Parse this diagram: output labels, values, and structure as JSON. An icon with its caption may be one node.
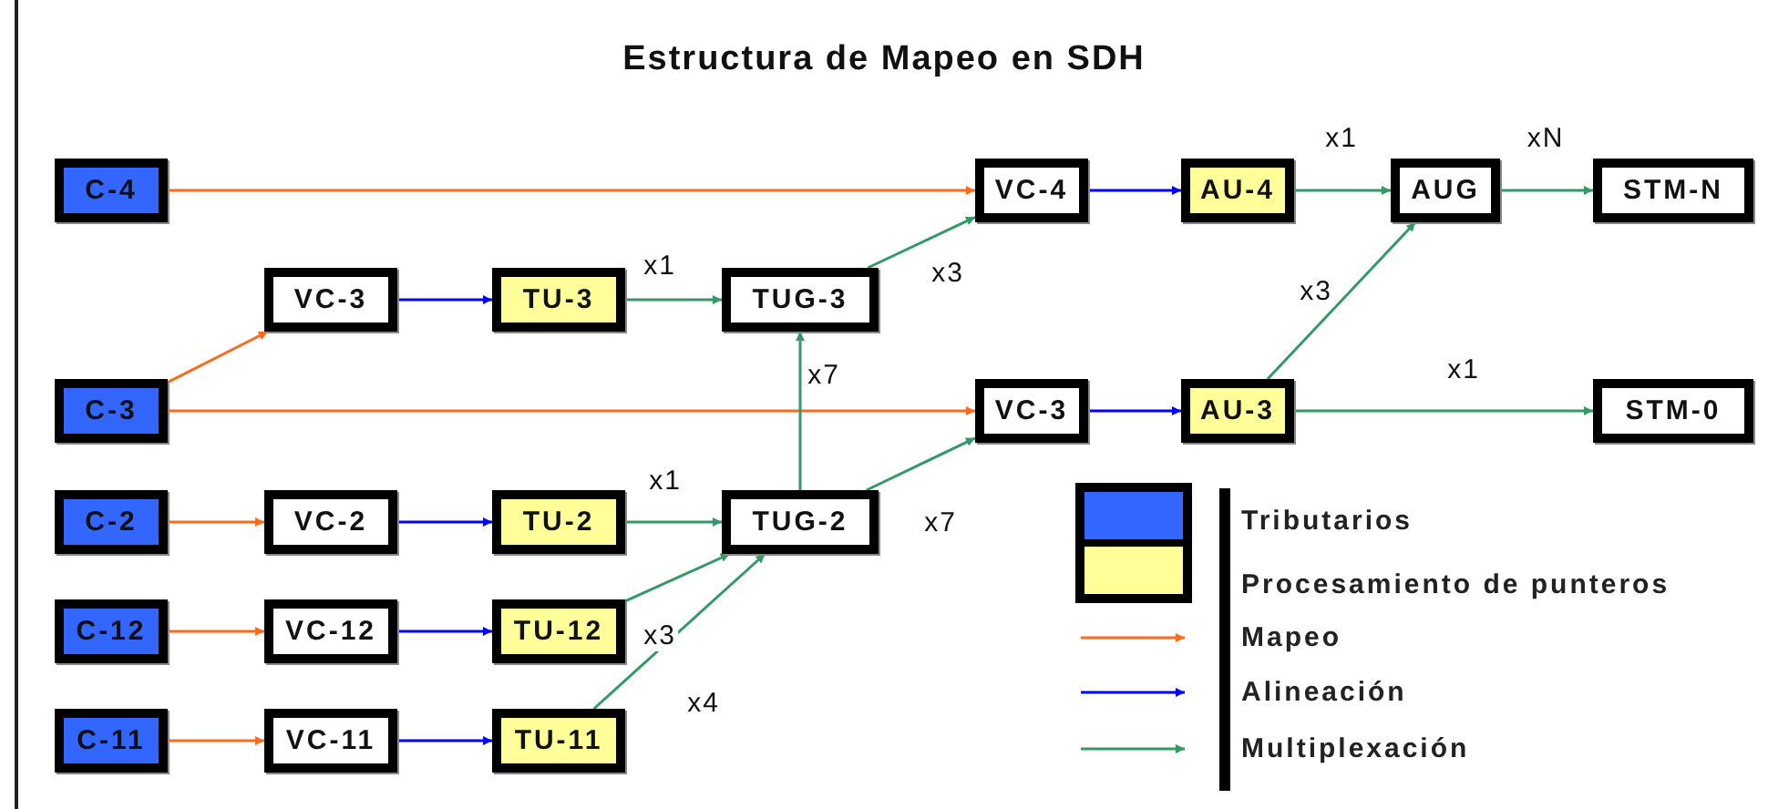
{
  "diagram": {
    "title": "Estructura de Mapeo en SDH",
    "nodes": [
      {
        "text": [
          "C-4"
        ]
      },
      {
        "text": [
          "VC-3"
        ]
      },
      {
        "text": [
          "TU-3"
        ]
      },
      {
        "text": [
          "TUG-3"
        ]
      },
      {
        "text": [
          "VC-4"
        ]
      },
      {
        "text": [
          "AU-4"
        ]
      },
      {
        "text": [
          "AUG"
        ]
      },
      {
        "text": [
          "STM-N"
        ]
      },
      {
        "text": [
          "C-3"
        ]
      },
      {
        "text": [
          "VC-3"
        ]
      },
      {
        "text": [
          "AU-3"
        ]
      },
      {
        "text": [
          "STM-0"
        ]
      },
      {
        "text": [
          "C-2"
        ]
      },
      {
        "text": [
          "VC-2"
        ]
      },
      {
        "text": [
          "TU-2"
        ]
      },
      {
        "text": [
          "TUG-2"
        ]
      },
      {
        "text": [
          "C-12"
        ]
      },
      {
        "text": [
          "VC-12"
        ]
      },
      {
        "text": [
          "TU-12"
        ]
      },
      {
        "text": [
          "C-11"
        ]
      },
      {
        "text": [
          "VC-11"
        ]
      },
      {
        "text": [
          "TU-11"
        ]
      }
    ],
    "edges": [
      {
        "from": 0,
        "to": 4,
        "arrow": "to",
        "color": "#ff6a1a"
      },
      {
        "from": 8,
        "to": 1,
        "arrow": "to",
        "color": "#ff6a1a"
      },
      {
        "from": 8,
        "to": 9,
        "arrow": "to",
        "color": "#ff6a1a"
      },
      {
        "from": 12,
        "to": 13,
        "arrow": "to",
        "color": "#ff6a1a"
      },
      {
        "from": 16,
        "to": 17,
        "arrow": "to",
        "color": "#ff6a1a"
      },
      {
        "from": 19,
        "to": 20,
        "arrow": "to",
        "color": "#ff6a1a"
      },
      {
        "from": 1,
        "to": 2,
        "arrow": "to",
        "color": "#0000ff"
      },
      {
        "from": 4,
        "to": 5,
        "arrow": "to",
        "color": "#0000ff"
      },
      {
        "from": 9,
        "to": 10,
        "arrow": "to",
        "color": "#0000ff"
      },
      {
        "from": 13,
        "to": 14,
        "arrow": "to",
        "color": "#0000ff"
      },
      {
        "from": 17,
        "to": 18,
        "arrow": "to",
        "color": "#0000ff"
      },
      {
        "from": 20,
        "to": 21,
        "arrow": "to",
        "color": "#0000ff"
      },
      {
        "from": 2,
        "to": 3,
        "arrow": "to",
        "label": "x1"
      },
      {
        "from": 3,
        "to": 4,
        "arrow": "to",
        "label": "x3"
      },
      {
        "from": 15,
        "to": 3,
        "arrow": "to",
        "label": "x7"
      },
      {
        "from": 14,
        "to": 15,
        "arrow": "to",
        "label": "x1"
      },
      {
        "from": 18,
        "to": 15,
        "arrow": "to",
        "label": "x3"
      },
      {
        "from": 21,
        "to": 15,
        "arrow": "to",
        "label": "x4"
      },
      {
        "from": 15,
        "to": 9,
        "arrow": "to",
        "label": "x7"
      },
      {
        "from": 5,
        "to": 6,
        "arrow": "to",
        "label": "x1"
      },
      {
        "from": 6,
        "to": 7,
        "arrow": "to",
        "label": "xN"
      },
      {
        "from": 10,
        "to": 6,
        "arrow": "to",
        "label": "x3"
      },
      {
        "from": 10,
        "to": 11,
        "arrow": "to",
        "label": "x1"
      }
    ],
    "legend": [
      {
        "text": "Tributarios",
        "color": "#3366ff"
      },
      {
        "text": "Procesamiento de punteros",
        "color": "#ffff99"
      },
      {
        "text": "Mapeo"
      },
      {
        "text": "Alineación"
      },
      {
        "text": "Multiplexación"
      }
    ]
  }
}
